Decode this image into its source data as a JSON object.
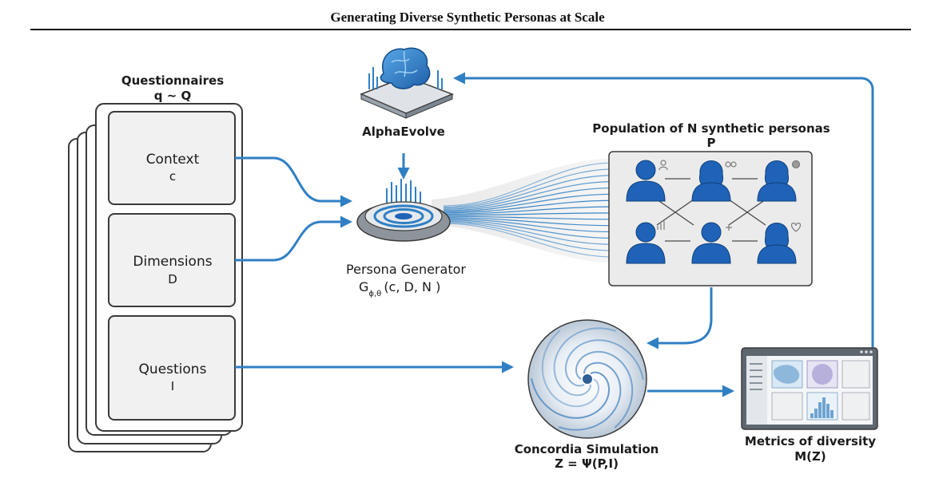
{
  "header": {
    "title": "Generating Diverse Synthetic Personas at Scale"
  },
  "questionnaires": {
    "title": "Questionnaires",
    "formula": "q ~ Q",
    "cards": [
      {
        "label": "Context",
        "symbol": "c"
      },
      {
        "label": "Dimensions",
        "symbol": "D"
      },
      {
        "label": "Questions",
        "symbol": "I"
      }
    ]
  },
  "alphaevolve": {
    "label": "AlphaEvolve"
  },
  "generator": {
    "label": "Persona Generator",
    "formula_main": "G",
    "formula_sub": "ϕ,θ",
    "formula_args": "(c, D, N )"
  },
  "population": {
    "title": "Population of N synthetic personas",
    "symbol": "P"
  },
  "simulation": {
    "label": "Concordia Simulation",
    "formula": "Z = Ψ(P,I)"
  },
  "metrics": {
    "label": "Metrics of diversity",
    "formula": "M(Z)"
  },
  "colors": {
    "accent": "#2f7fc4",
    "persona": "#1f63b8",
    "card_fill": "#f1f1f1",
    "card_stroke": "#3a3a3a"
  }
}
